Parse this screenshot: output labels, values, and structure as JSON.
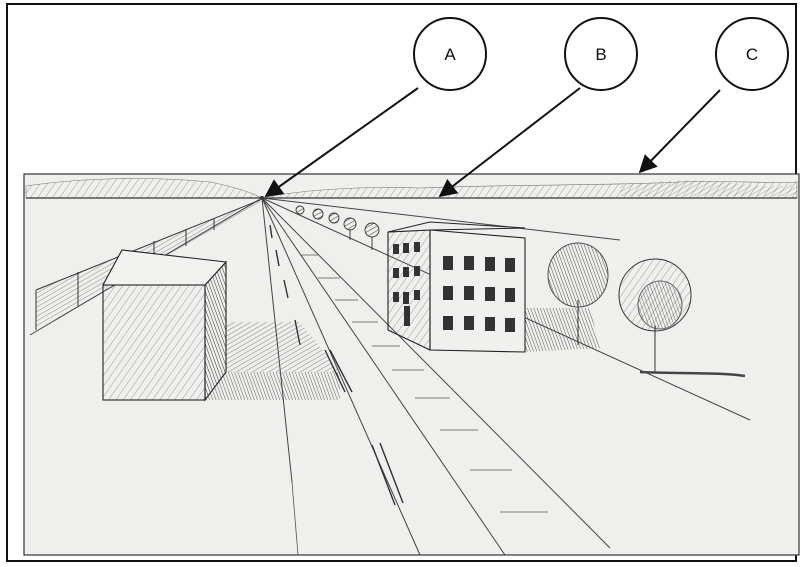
{
  "callouts": [
    {
      "id": "A",
      "label": "A"
    },
    {
      "id": "B",
      "label": "B"
    },
    {
      "id": "C",
      "label": "C"
    }
  ],
  "colors": {
    "paper": "#efefed",
    "sky": "#f2f2f0",
    "pencil": "#3a3a3a",
    "shade": "#555555",
    "frame": "#111111"
  },
  "icons": [
    "circle-callout",
    "arrow"
  ]
}
